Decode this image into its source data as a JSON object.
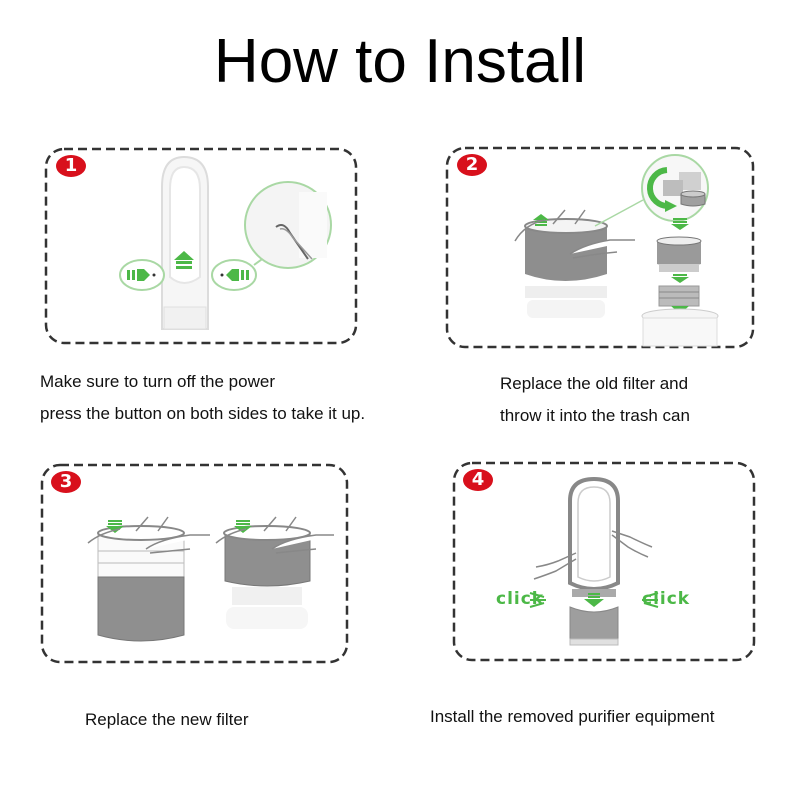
{
  "title": "How to Install",
  "colors": {
    "badge": "#d8101c",
    "accent_green": "#4cb847",
    "frame": "#333333",
    "text": "#111111"
  },
  "steps": [
    {
      "number": "1",
      "illustration": "tower-purifier-press-side-buttons",
      "captions": [
        "Make sure to turn off the power",
        "press the button on both sides to take it up."
      ]
    },
    {
      "number": "2",
      "illustration": "lift-filter-replace-into-trash",
      "captions": [
        "Replace the old filter and",
        "throw it into the trash can"
      ]
    },
    {
      "number": "3",
      "illustration": "insert-new-filter",
      "captions": [
        "Replace the new filter"
      ]
    },
    {
      "number": "4",
      "illustration": "reattach-tower-click",
      "captions": [
        "Install the removed purifier equipment"
      ],
      "click_labels": [
        "click",
        "click"
      ]
    }
  ]
}
